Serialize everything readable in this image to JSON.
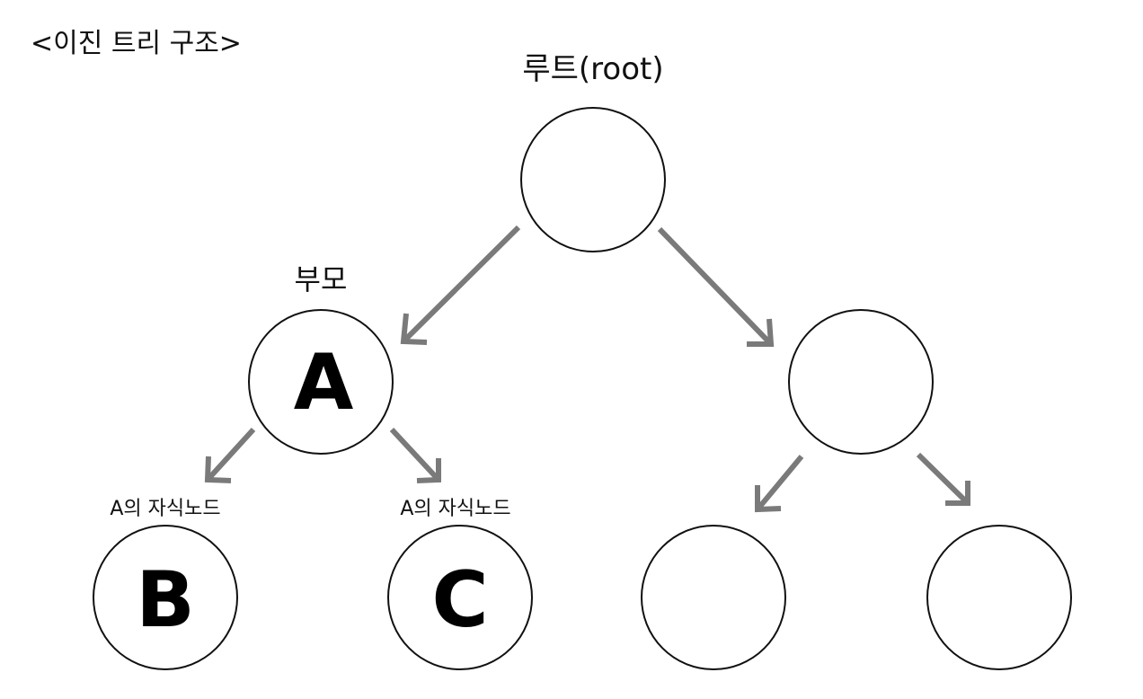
{
  "title": "<이진 트리 구조>",
  "labels": {
    "root": "루트(root)",
    "parent": "부모",
    "child_b": "A의 자식노드",
    "child_c": "A의 자식노드"
  },
  "nodes": {
    "root": "",
    "a": "A",
    "right": "",
    "b": "B",
    "c": "C",
    "right_left": "",
    "right_right": ""
  },
  "colors": {
    "edge": "#7a7a7a",
    "node_stroke": "#111111",
    "text": "#111111"
  }
}
